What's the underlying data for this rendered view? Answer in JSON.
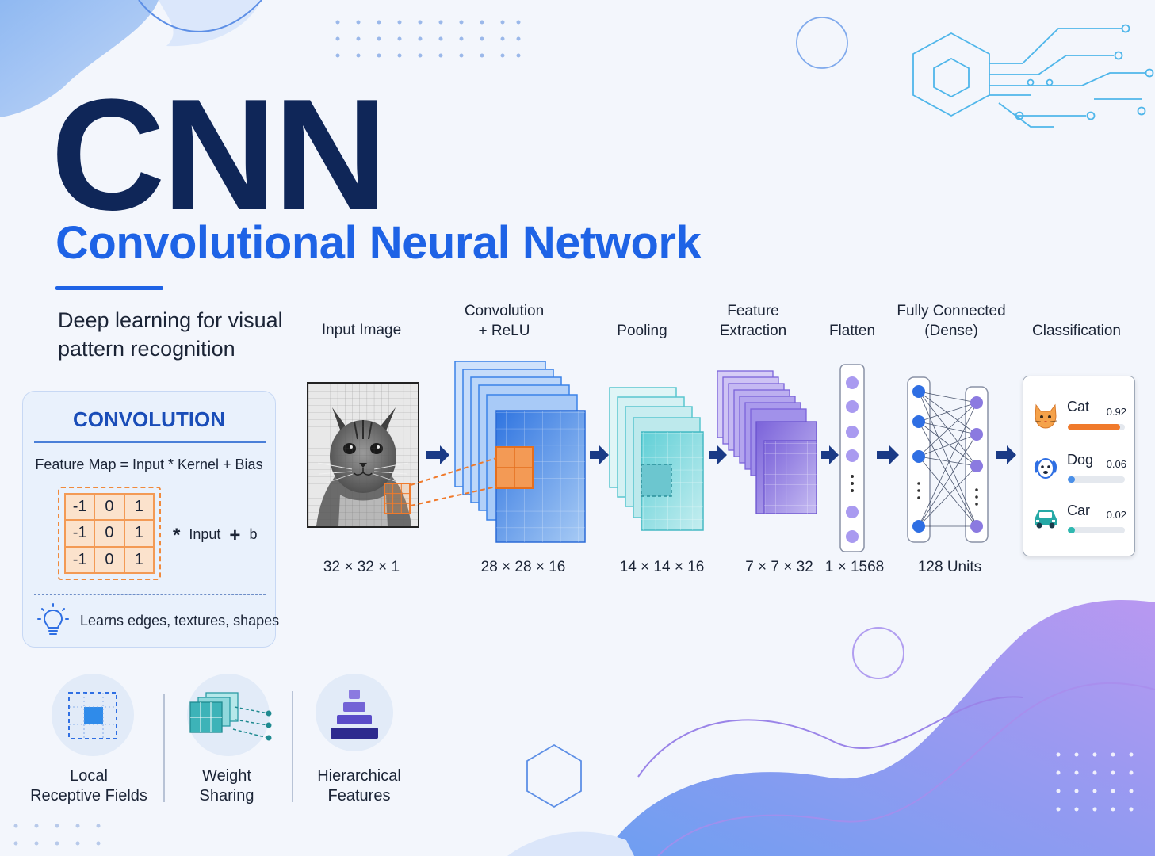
{
  "header": {
    "title": "CNN",
    "subtitle": "Convolutional Neural Network",
    "tagline": "Deep learning for visual pattern recognition"
  },
  "convolution_card": {
    "title": "CONVOLUTION",
    "formula": "Feature Map = Input * Kernel + Bias",
    "kernel": [
      [
        "-1",
        "0",
        "1"
      ],
      [
        "-1",
        "0",
        "1"
      ],
      [
        "-1",
        "0",
        "1"
      ]
    ],
    "operator": "*",
    "input_label": "Input",
    "plus": "+",
    "bias_label": "b",
    "insight": "Learns edges, textures, shapes"
  },
  "pipeline": {
    "stages": [
      {
        "label_lines": [
          "Input Image"
        ],
        "dims": "32 × 32 × 1"
      },
      {
        "label_lines": [
          "Convolution",
          "+ ReLU"
        ],
        "dims": "28 × 28 × 16"
      },
      {
        "label_lines": [
          "Pooling"
        ],
        "dims": "14 × 14 × 16"
      },
      {
        "label_lines": [
          "Feature",
          "Extraction"
        ],
        "dims": "7 × 7 × 32"
      },
      {
        "label_lines": [
          "Flatten"
        ],
        "dims": "1 × 1568"
      },
      {
        "label_lines": [
          "Fully Connected",
          "(Dense)"
        ],
        "dims": "128 Units"
      },
      {
        "label_lines": [
          "Classification"
        ],
        "dims": ""
      }
    ]
  },
  "classification": {
    "classes": [
      {
        "name": "Cat",
        "prob": "0.92",
        "value": 0.92,
        "color": "#f07a2b",
        "icon": "cat-icon"
      },
      {
        "name": "Dog",
        "prob": "0.06",
        "value": 0.06,
        "color": "#4a8fe8",
        "icon": "dog-icon"
      },
      {
        "name": "Car",
        "prob": "0.02",
        "value": 0.02,
        "color": "#2fb8b0",
        "icon": "car-icon"
      }
    ]
  },
  "features": [
    {
      "label_lines": [
        "Local",
        "Receptive Fields"
      ],
      "icon": "receptive-field-icon"
    },
    {
      "label_lines": [
        "Weight",
        "Sharing"
      ],
      "icon": "weight-sharing-icon"
    },
    {
      "label_lines": [
        "Hierarchical",
        "Features"
      ],
      "icon": "hierarchy-pyramid-icon"
    }
  ],
  "colors": {
    "title": "#0f2658",
    "accent": "#1e63e6",
    "kernel": "#f39a55",
    "conv_maps": "#3b82e8",
    "pool_maps": "#7fd8de",
    "feature_maps": "#8b7ae0",
    "neuron": "#2f6fe3"
  }
}
